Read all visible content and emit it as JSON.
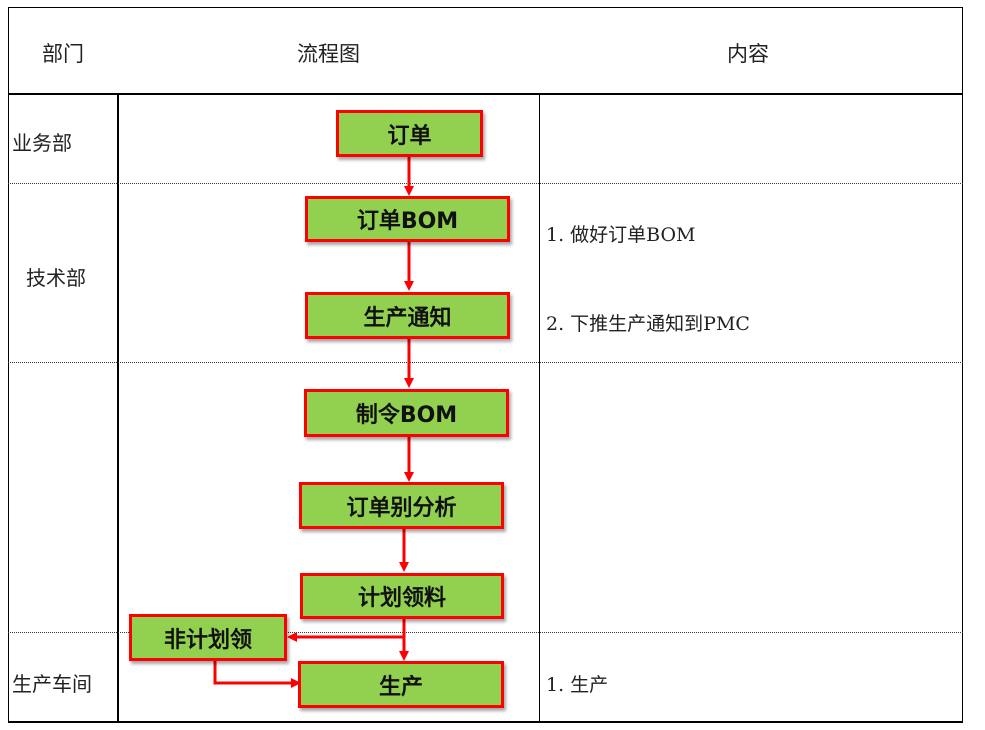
{
  "table": {
    "headers": {
      "dept": "部门",
      "flow": "流程图",
      "content": "内容"
    },
    "departments": {
      "sales": "业务部",
      "tech": "技术部",
      "workshop": "生产车间"
    },
    "content": {
      "tech_1": "1. 做好订单BOM",
      "tech_2": "2. 下推生产通知到PMC",
      "workshop_1": "1. 生产"
    }
  },
  "flow": {
    "order": "订单",
    "order_bom": "订单BOM",
    "production_notice": "生产通知",
    "make_bom": "制令BOM",
    "order_analysis": "订单别分析",
    "planned_pick": "计划领料",
    "unplanned_pick": "非计划领",
    "production": "生产"
  },
  "colors": {
    "box_fill": "#92d050",
    "box_border": "#ff0000",
    "arrow": "#ff0000"
  }
}
